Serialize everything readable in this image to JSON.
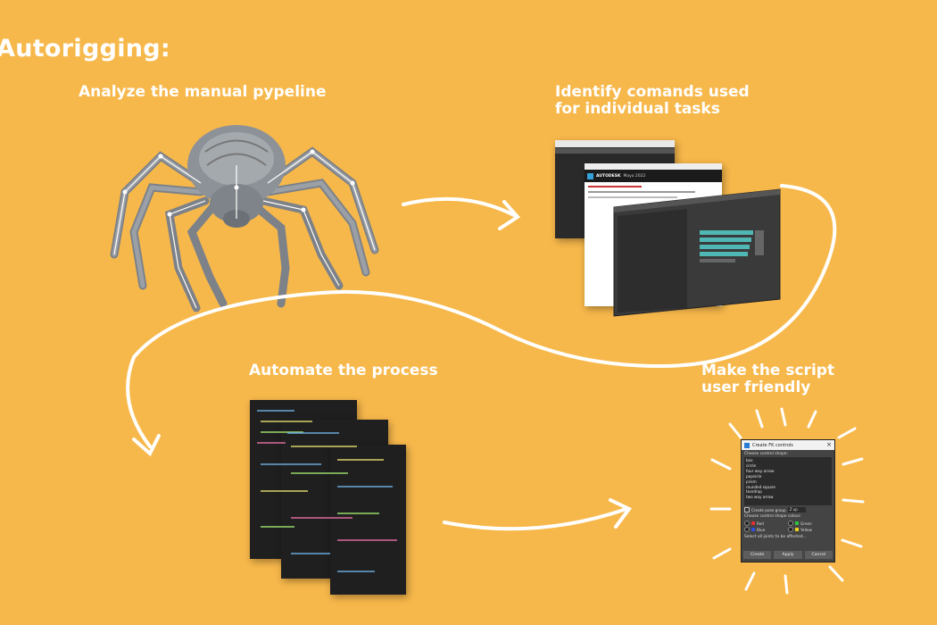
{
  "title": "Autorigging:",
  "steps": {
    "analyze": "Analyze the manual pypeline",
    "identify": "Identify comands used\nfor individual tasks",
    "automate": "Automate the process",
    "friendly": "Make the script\nuser friendly"
  },
  "docs_window": {
    "brand": "AUTODESK",
    "product": "Maya 2022"
  },
  "dialog": {
    "title": "Create FK controls",
    "shape_label": "Choose control shape:",
    "shapes": [
      "box",
      "circle",
      "four way arrow",
      "popsicle",
      "prism",
      "rounded square",
      "teardrop",
      "two way arrow"
    ],
    "pose_group_label": "Create pose group",
    "pose_group_value": "Z up",
    "colour_label": "Choose control shape colour:",
    "colours": [
      {
        "name": "Red",
        "hex": "#e03030"
      },
      {
        "name": "Green",
        "hex": "#30c040"
      },
      {
        "name": "Blue",
        "hex": "#3050e0"
      },
      {
        "name": "Yellow",
        "hex": "#e8d020"
      }
    ],
    "hint": "Select all joints to be affected...",
    "buttons": {
      "create": "Create",
      "apply": "Apply",
      "cancel": "Cancel"
    }
  },
  "colors": {
    "background": "#F7B84B",
    "text": "#FFFFFF",
    "arrow": "#FFFFFF"
  }
}
